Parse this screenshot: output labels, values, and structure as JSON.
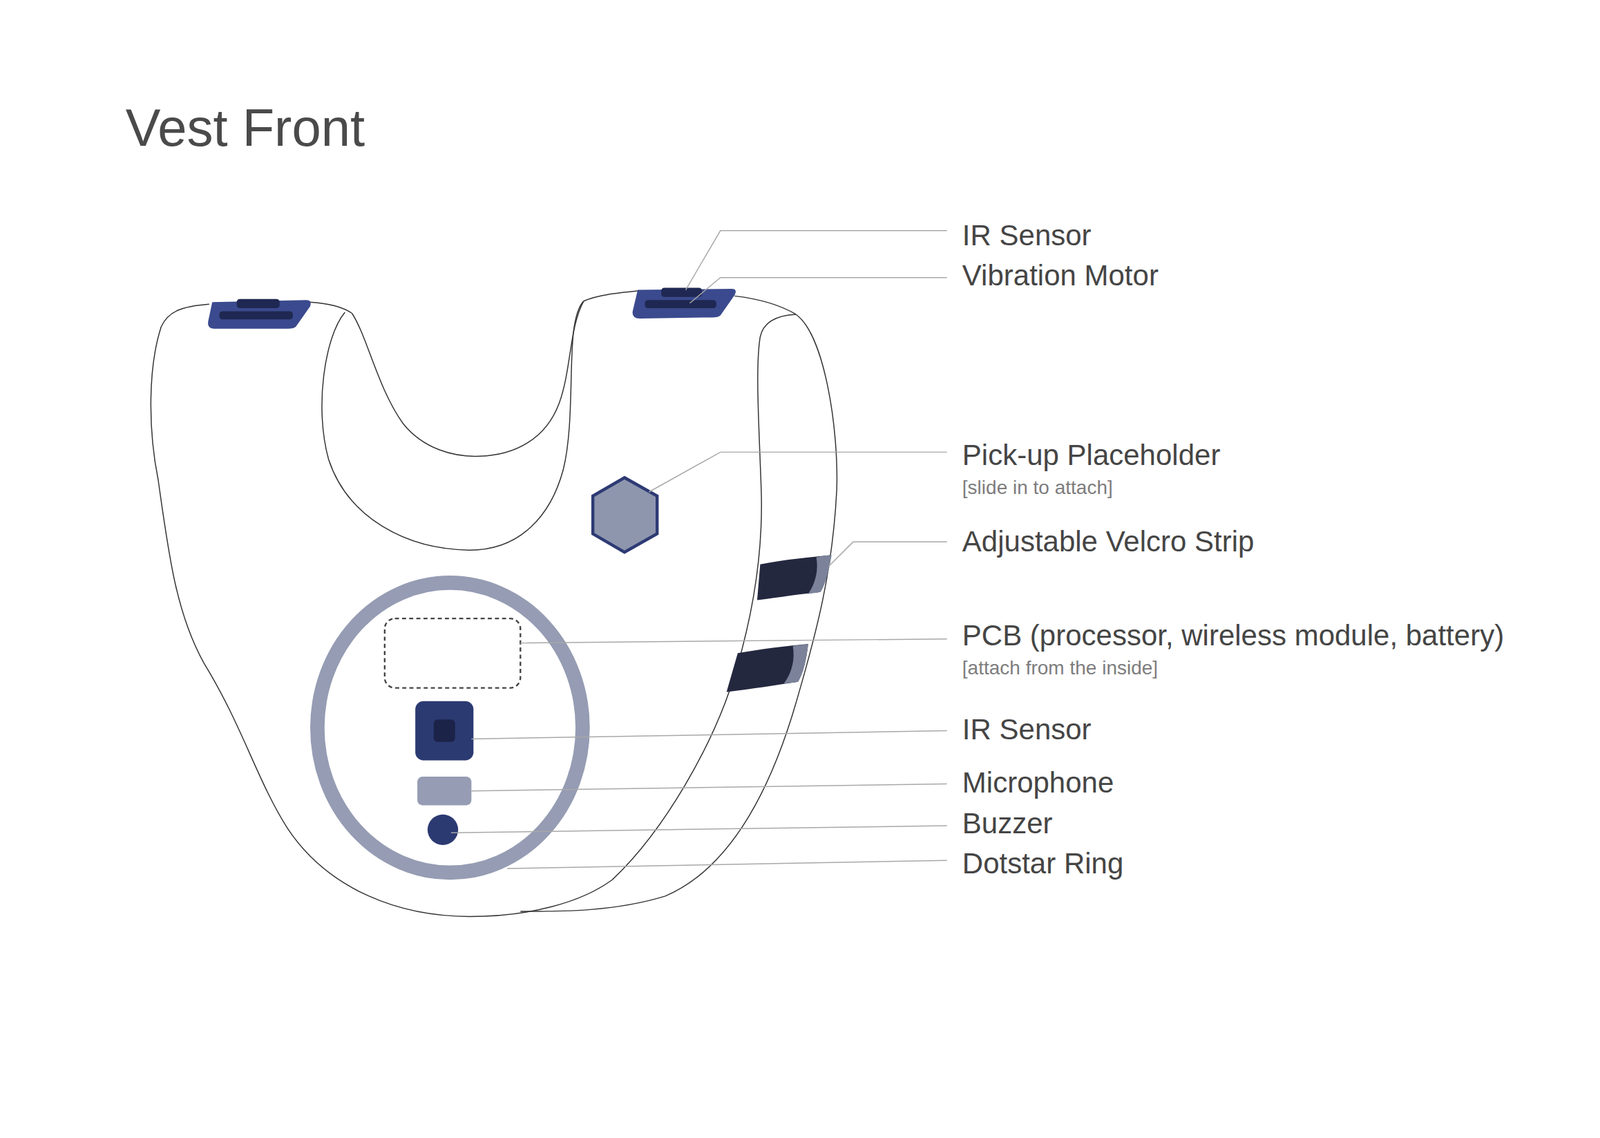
{
  "diagram": {
    "title": "Vest Front",
    "labels": [
      "IR Sensor",
      "Vibration Motor",
      "Pick-up Placeholder",
      "[slide in to attach]",
      "Adjustable Velcro Strip",
      "PCB (processor, wireless module, battery)",
      "[attach from the inside]",
      "IR Sensor",
      "Microphone",
      "Buzzer",
      "Dotstar Ring"
    ]
  }
}
